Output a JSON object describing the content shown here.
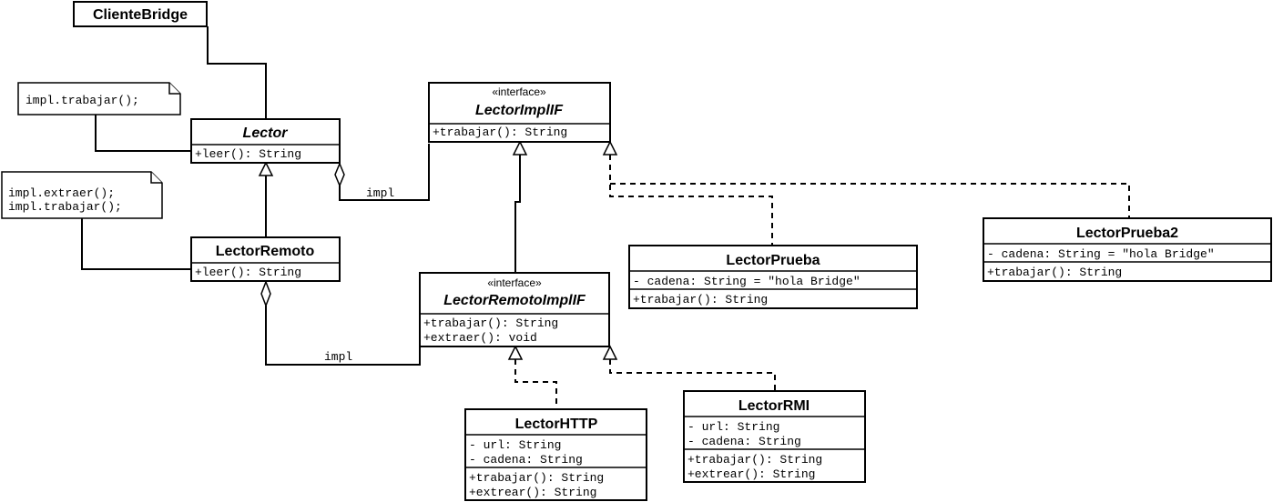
{
  "classes": {
    "cliente_bridge": {
      "name": "ClienteBridge"
    },
    "lector": {
      "name": "Lector",
      "methods": [
        "+leer(): String"
      ]
    },
    "lector_remoto": {
      "name": "LectorRemoto",
      "methods": [
        "+leer(): String"
      ]
    },
    "lector_impl_if": {
      "stereotype": "«interface»",
      "name": "LectorImplIF",
      "methods": [
        "+trabajar(): String"
      ]
    },
    "lector_remoto_impl_if": {
      "stereotype": "«interface»",
      "name": "LectorRemotoImplIF",
      "methods": [
        "+trabajar(): String",
        "+extraer(): void"
      ]
    },
    "lector_prueba": {
      "name": "LectorPrueba",
      "attributes": [
        "- cadena: String = \"hola Bridge\""
      ],
      "methods": [
        "+trabajar(): String"
      ]
    },
    "lector_prueba2": {
      "name": "LectorPrueba2",
      "attributes": [
        "- cadena: String = \"hola Bridge\""
      ],
      "methods": [
        "+trabajar(): String"
      ]
    },
    "lector_http": {
      "name": "LectorHTTP",
      "attributes": [
        "- url: String",
        "- cadena: String"
      ],
      "methods": [
        "+trabajar(): String",
        "+extrear(): String"
      ]
    },
    "lector_rmi": {
      "name": "LectorRMI",
      "attributes": [
        "- url: String",
        "- cadena: String"
      ],
      "methods": [
        "+trabajar(): String",
        "+extrear(): String"
      ]
    }
  },
  "notes": {
    "note_lector": {
      "lines": [
        "impl.trabajar();"
      ]
    },
    "note_lector_remoto": {
      "lines": [
        "impl.extraer();",
        "impl.trabajar();"
      ]
    }
  },
  "associations": {
    "lector_impl": {
      "label": "impl"
    },
    "lector_remoto_impl": {
      "label": "impl"
    }
  }
}
